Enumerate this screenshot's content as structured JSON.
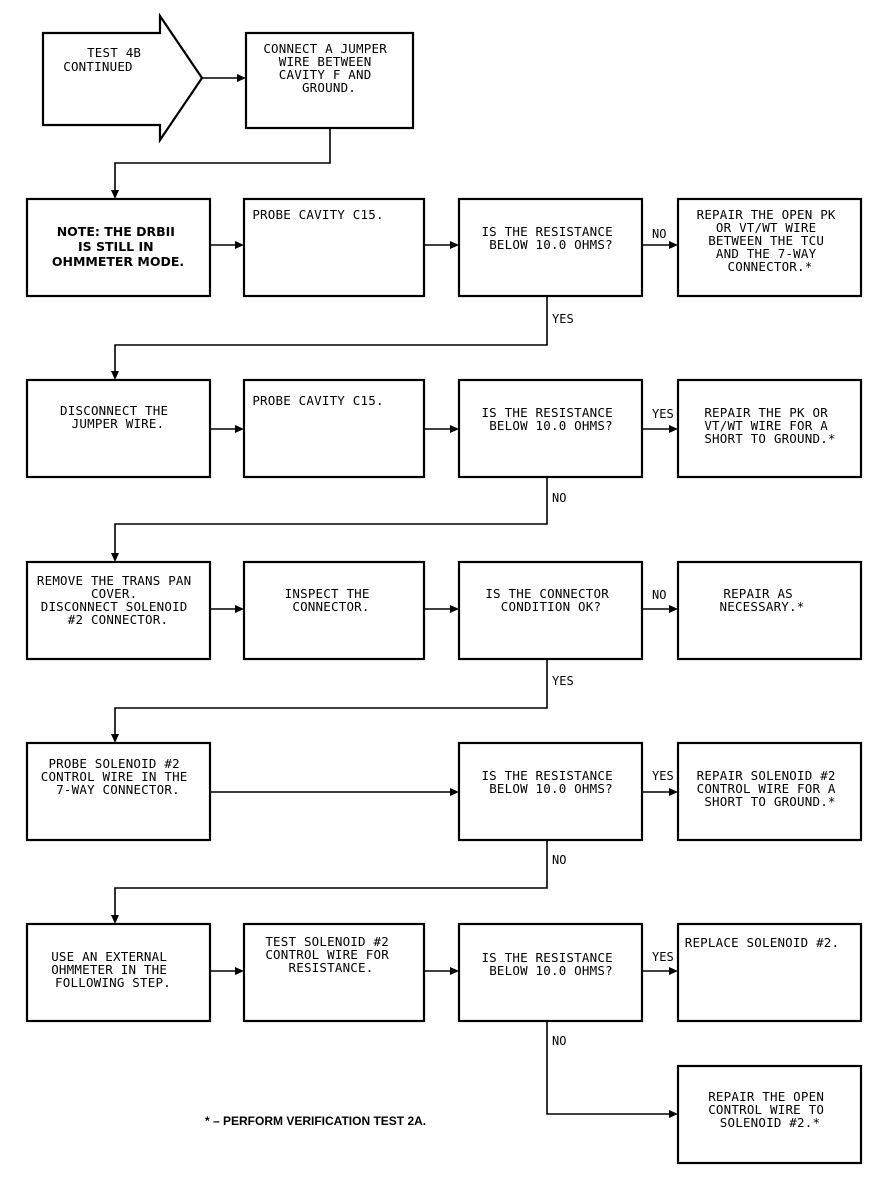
{
  "start": [
    "TEST 4B",
    "CONTINUED"
  ],
  "steps": {
    "connect_jumper": [
      "CONNECT A JUMPER",
      "WIRE BETWEEN",
      "CAVITY F AND",
      "GROUND."
    ],
    "note": [
      "NOTE:  THE DRBII",
      "IS STILL IN",
      "OHMMETER MODE."
    ],
    "probe_c15_a": [
      "PROBE CAVITY C15."
    ],
    "q_res_1": [
      "IS THE RESISTANCE",
      "BELOW 10.0 OHMS?"
    ],
    "repair_open_pk": [
      "REPAIR THE OPEN PK",
      "OR VT/WT WIRE",
      "BETWEEN THE TCU",
      "AND THE 7-WAY",
      "CONNECTOR.*"
    ],
    "disconnect_jumper": [
      "DISCONNECT THE",
      "JUMPER WIRE."
    ],
    "probe_c15_b": [
      "PROBE CAVITY C15."
    ],
    "q_res_2": [
      "IS THE RESISTANCE",
      "BELOW 10.0 OHMS?"
    ],
    "repair_pk_short": [
      "REPAIR THE PK OR",
      "VT/WT WIRE FOR A",
      "SHORT TO GROUND.*"
    ],
    "remove_pan": [
      "REMOVE THE TRANS PAN",
      "COVER.",
      "DISCONNECT SOLENOID",
      "#2 CONNECTOR."
    ],
    "inspect_connector": [
      "INSPECT THE",
      "CONNECTOR."
    ],
    "q_connector": [
      "IS THE CONNECTOR",
      "CONDITION OK?"
    ],
    "repair_as_necessary": [
      "REPAIR AS",
      "NECESSARY.*"
    ],
    "probe_solenoid": [
      "PROBE SOLENOID #2",
      "CONTROL WIRE IN THE",
      "7-WAY CONNECTOR."
    ],
    "q_res_3": [
      "IS THE RESISTANCE",
      "BELOW 10.0 OHMS?"
    ],
    "repair_sol_short": [
      "REPAIR SOLENOID #2",
      "CONTROL WIRE FOR A",
      "SHORT TO GROUND.*"
    ],
    "use_ohmmeter": [
      "USE AN EXTERNAL",
      "OHMMETER IN THE",
      "FOLLOWING STEP."
    ],
    "test_solenoid": [
      "TEST SOLENOID #2",
      "CONTROL WIRE FOR",
      "RESISTANCE."
    ],
    "q_res_4": [
      "IS THE RESISTANCE",
      "BELOW 10.0 OHMS?"
    ],
    "replace_solenoid": [
      "REPLACE SOLENOID #2."
    ],
    "repair_open_control": [
      "REPAIR THE OPEN",
      "CONTROL WIRE TO",
      "SOLENOID #2.*"
    ]
  },
  "labels": {
    "no_1": "NO",
    "yes_1": "YES",
    "yes_2": "YES",
    "no_2": "NO",
    "no_3": "NO",
    "yes_3": "YES",
    "yes_4": "YES",
    "no_4": "NO",
    "yes_5": "YES",
    "no_5": "NO"
  },
  "footnote": "* – PERFORM VERIFICATION TEST 2A."
}
